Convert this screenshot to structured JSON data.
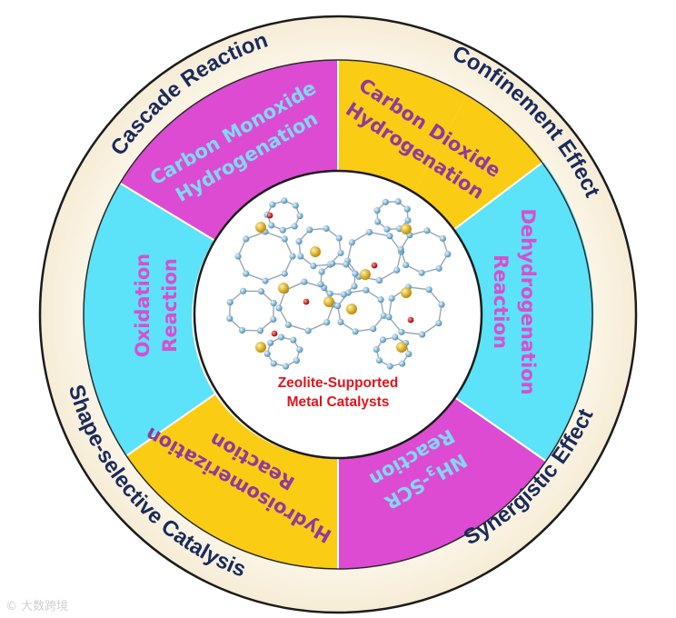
{
  "outer_labels": {
    "cascade": "Cascade Reaction",
    "confinement": "Confinement Effect",
    "synergistic": "Synergistic Effect",
    "shape_selective": "Shape-selective Catalysis"
  },
  "segments": {
    "co2": [
      "Carbon Dioxide",
      "Hydrogenation"
    ],
    "dehydro": [
      "Dehydrogenation",
      "Reaction"
    ],
    "nh3": [
      "NH3-SCR",
      "Reaction"
    ],
    "hydroiso": [
      "Hydroisomerization",
      "Reaction"
    ],
    "oxidation": [
      "Oxidation",
      "Reaction"
    ],
    "co": [
      "Carbon Monoxide",
      "Hydrogenation"
    ]
  },
  "center": {
    "line1": "Zeolite-Supported",
    "line2": "Metal Catalysts"
  },
  "watermark": "© 大数跨境",
  "colors": {
    "ring_fill": "#fcf6e8",
    "ring_stroke": "#1c1c1c",
    "magenta": "#dd4bd3",
    "yellow": "#fbcc14",
    "cyan": "#5ce2f9",
    "outer_text": "#1a2a5c",
    "seg_text_on_yellow": "#8f3a9e",
    "seg_text_on_cyan": "#d94ed0",
    "seg_text_on_magenta": "#7fd9f5",
    "center_text": "#e0141b"
  }
}
